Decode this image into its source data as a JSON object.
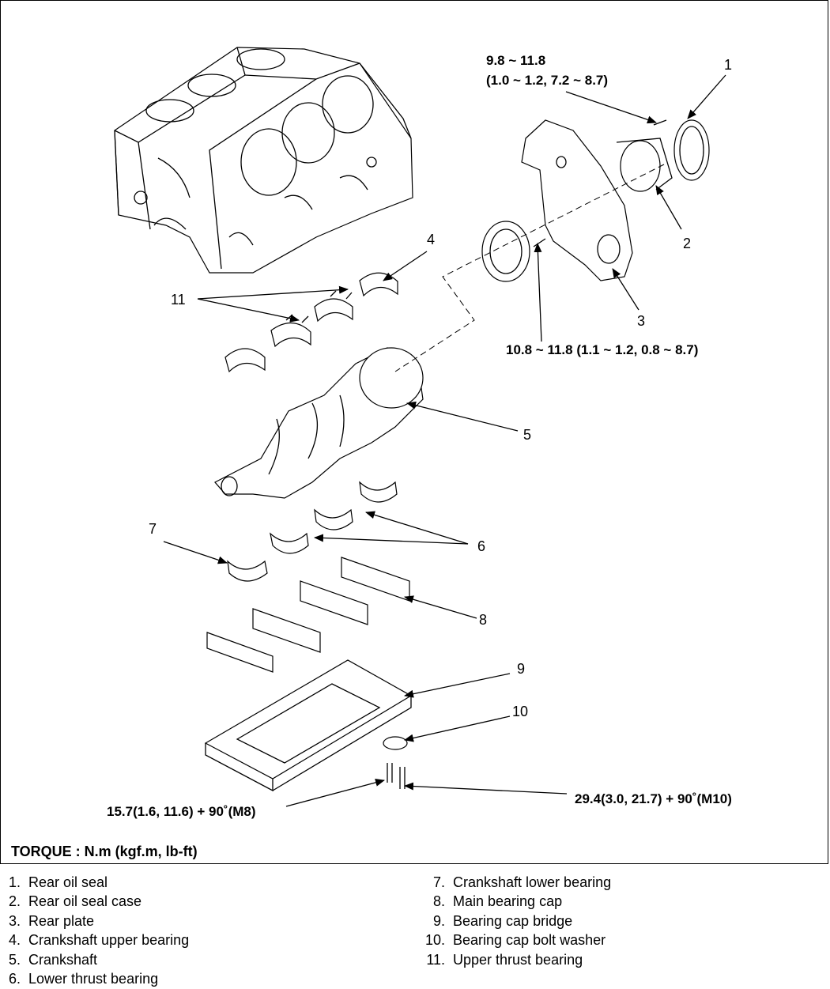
{
  "callouts": {
    "c1": "1",
    "c2": "2",
    "c3": "3",
    "c4": "4",
    "c5": "5",
    "c6": "6",
    "c7": "7",
    "c8": "8",
    "c9": "9",
    "c10": "10",
    "c11": "11"
  },
  "torque_specs": {
    "rear_oil_seal_case_line1": "9.8 ~ 11.8",
    "rear_oil_seal_case_line2": "(1.0 ~ 1.2, 7.2 ~ 8.7)",
    "rear_plate": "10.8 ~ 11.8 (1.1 ~ 1.2, 0.8 ~ 8.7)",
    "m8_bolt": "15.7(1.6, 11.6) + 90˚(M8)",
    "m10_bolt": "29.4(3.0, 21.7) + 90˚(M10)"
  },
  "torque_legend": "TORQUE : N.m (kgf.m, lb-ft)",
  "parts": [
    {
      "num": "1.",
      "name": "Rear oil seal"
    },
    {
      "num": "2.",
      "name": "Rear oil seal case"
    },
    {
      "num": "3.",
      "name": "Rear plate"
    },
    {
      "num": "4.",
      "name": "Crankshaft upper bearing"
    },
    {
      "num": "5.",
      "name": "Crankshaft"
    },
    {
      "num": "6.",
      "name": "Lower thrust bearing"
    },
    {
      "num": "7.",
      "name": "Crankshaft lower bearing"
    },
    {
      "num": "8.",
      "name": "Main bearing cap"
    },
    {
      "num": "9.",
      "name": "Bearing cap bridge"
    },
    {
      "num": "10.",
      "name": "Bearing cap bolt washer"
    },
    {
      "num": "11.",
      "name": "Upper thrust bearing"
    }
  ]
}
